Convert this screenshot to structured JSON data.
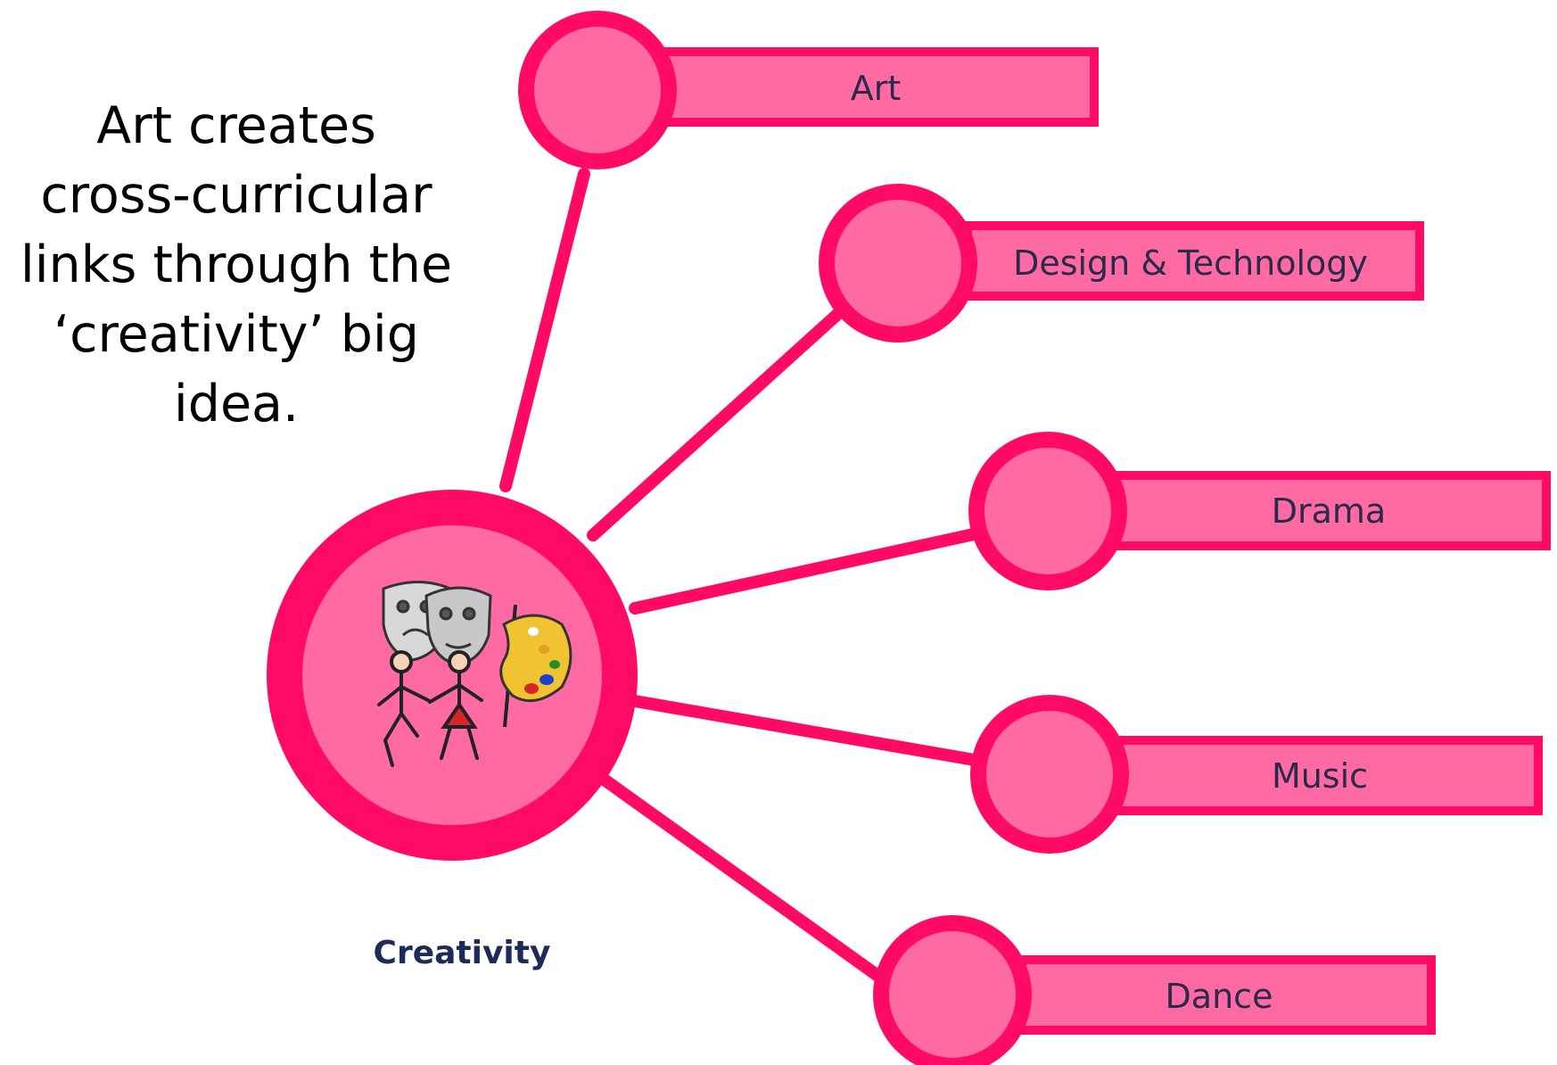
{
  "intro": {
    "lines": [
      "Art creates",
      "cross-curricular",
      "links through the",
      "‘creativity’ big",
      "idea."
    ]
  },
  "center": {
    "label": "Creativity",
    "icons": [
      "theatre-masks-icon",
      "dancing-people-icon",
      "paint-palette-icon"
    ]
  },
  "branches": [
    {
      "label": "Art"
    },
    {
      "label": "Design & Technology"
    },
    {
      "label": "Drama"
    },
    {
      "label": "Music"
    },
    {
      "label": "Dance"
    }
  ],
  "colors": {
    "stroke": "#ff0a64",
    "fill": "#ff6aa3",
    "label": "#2a2a4a",
    "center_label": "#1e2a57"
  }
}
